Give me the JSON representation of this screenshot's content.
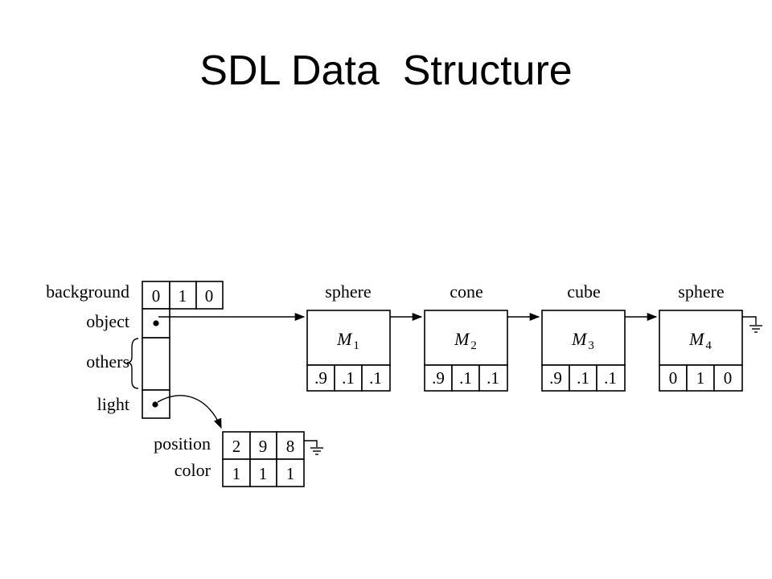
{
  "title": "SDL Data  Structure",
  "scene": {
    "fields": {
      "background": "background",
      "object": "object",
      "others": "others",
      "light": "light"
    },
    "background_values": [
      "0",
      "1",
      "0"
    ]
  },
  "objects": [
    {
      "type": "sphere",
      "matrix": "M",
      "matrix_sub": "1",
      "values": [
        ".9",
        ".1",
        ".1"
      ]
    },
    {
      "type": "cone",
      "matrix": "M",
      "matrix_sub": "2",
      "values": [
        ".9",
        ".1",
        ".1"
      ]
    },
    {
      "type": "cube",
      "matrix": "M",
      "matrix_sub": "3",
      "values": [
        ".9",
        ".1",
        ".1"
      ]
    },
    {
      "type": "sphere",
      "matrix": "M",
      "matrix_sub": "4",
      "values": [
        "0",
        "1",
        "0"
      ]
    }
  ],
  "light_node": {
    "position_label": "position",
    "color_label": "color",
    "position": [
      "2",
      "9",
      "8"
    ],
    "color": [
      "1",
      "1",
      "1"
    ]
  }
}
